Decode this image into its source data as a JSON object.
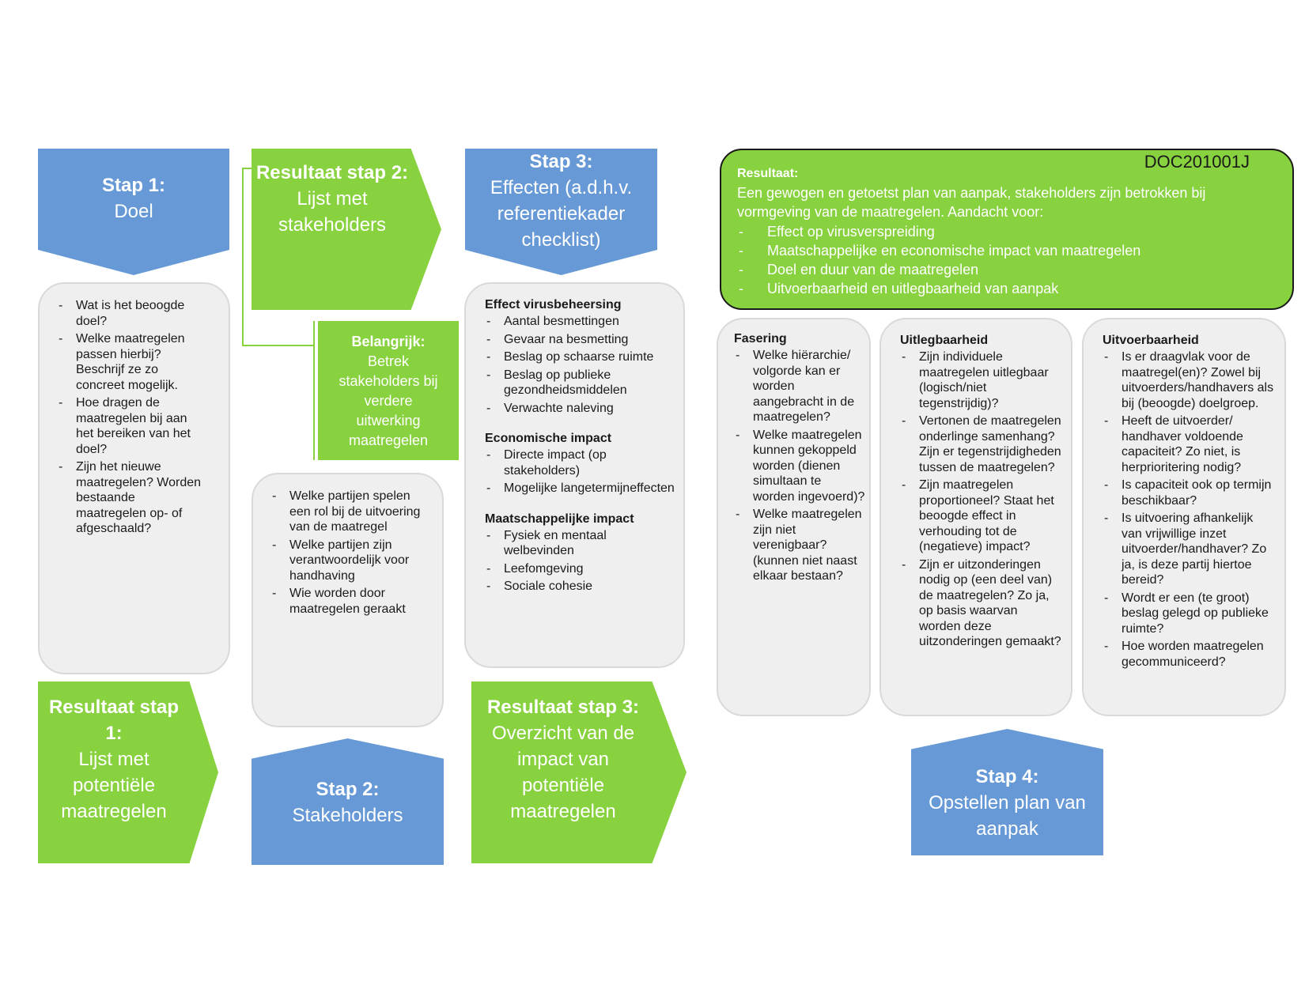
{
  "doc_id": "DOC201001J",
  "step1": {
    "title": "Stap 1:",
    "subtitle": "Doel"
  },
  "step1_questions": [
    "Wat is het beoogde doel?",
    "Welke maatregelen passen hierbij? Beschrijf ze zo concreet mogelijk.",
    "Hoe dragen de maatregelen bij aan het bereiken van het doel?",
    "Zijn het nieuwe maatregelen? Worden bestaande maatregelen op- of afgeschaald?"
  ],
  "result1": {
    "title": "Resultaat stap 1:",
    "lines": [
      "Lijst met",
      "potentiële",
      "maatregelen"
    ]
  },
  "result2": {
    "title": "Resultaat stap 2:",
    "lines": [
      "Lijst met",
      "stakeholders"
    ]
  },
  "important": {
    "title": "Belangrijk:",
    "lines": [
      "Betrek",
      "stakeholders bij",
      "verdere",
      "uitwerking",
      "maatregelen"
    ]
  },
  "step2_questions": [
    "Welke partijen spelen een rol bij de uitvoering van de maatregel",
    "Welke partijen zijn verantwoordelijk voor handhaving",
    "Wie worden door maatregelen geraakt"
  ],
  "step2": {
    "title": "Stap 2:",
    "subtitle": "Stakeholders"
  },
  "step3": {
    "title": "Stap 3:",
    "lines": [
      "Effecten (a.d.h.v.",
      "referentiekader",
      "checklist)"
    ]
  },
  "step3_sections": [
    {
      "title": "Effect virusbeheersing",
      "items": [
        "Aantal besmettingen",
        "Gevaar na besmetting",
        "Beslag op schaarse ruimte",
        "Beslag op publieke gezondheidsmiddelen",
        "Verwachte naleving"
      ]
    },
    {
      "title": "Economische impact",
      "items": [
        "Directe impact (op stakeholders)",
        "Mogelijke langetermijneffecten"
      ]
    },
    {
      "title": "Maatschappelijke impact",
      "items": [
        "Fysiek en mentaal welbevinden",
        "Leefomgeving",
        "Sociale cohesie"
      ]
    }
  ],
  "result3": {
    "title": "Resultaat stap 3:",
    "lines": [
      "Overzicht van de",
      "impact van",
      "potentiële",
      "maatregelen"
    ]
  },
  "final_result": {
    "title": "Resultaat:",
    "lines": [
      "Een gewogen en getoetst plan van aanpak, stakeholders zijn betrokken bij",
      "vormgeving van de maatregelen. Aandacht voor:"
    ],
    "items": [
      "Effect op virusverspreiding",
      "Maatschappelijke en economische impact van maatregelen",
      "Doel en duur van de maatregelen",
      "Uitvoerbaarheid en uitlegbaarheid van aanpak"
    ]
  },
  "fasering": {
    "title": "Fasering",
    "items": [
      "Welke hiërarchie/ volgorde kan er worden aangebracht in de maatregelen?",
      "Welke maatregelen kunnen gekoppeld worden (dienen simultaan te worden ingevoerd)?",
      "Welke maatregelen zijn niet verenigbaar? (kunnen niet naast elkaar bestaan?"
    ]
  },
  "uitlegbaarheid": {
    "title": "Uitlegbaarheid",
    "items": [
      "Zijn individuele maatregelen uitlegbaar (logisch/niet tegenstrijdig)?",
      "Vertonen de maatregelen onderlinge samenhang? Zijn er tegenstrijdigheden tussen de maatregelen?",
      "Zijn maatregelen proportioneel? Staat het beoogde effect in verhouding tot de (negatieve) impact?",
      "Zijn er uitzonderingen nodig op (een deel van) de maatregelen? Zo ja, op basis waarvan worden deze uitzonderingen gemaakt?"
    ]
  },
  "uitvoerbaarheid": {
    "title": "Uitvoerbaarheid",
    "items": [
      "Is er draagvlak voor de maatregel(en)? Zowel bij uitvoerders/handhavers als bij (beoogde) doelgroep.",
      "Heeft de uitvoerder/ handhaver voldoende capaciteit? Zo niet, is herprioritering nodig?",
      "Is capaciteit ook op termijn beschikbaar?",
      "Is uitvoering afhankelijk van vrijwillige inzet uitvoerder/handhaver? Zo ja, is deze partij hiertoe bereid?",
      "Wordt er een (te groot) beslag gelegd op publieke ruimte?",
      "Hoe worden maatregelen gecommuniceerd?"
    ]
  },
  "step4": {
    "title": "Stap 4:",
    "lines": [
      "Opstellen plan van",
      "aanpak"
    ]
  },
  "colors": {
    "blue": "#6699d6",
    "green": "#88d13f",
    "grey": "#efefef"
  }
}
